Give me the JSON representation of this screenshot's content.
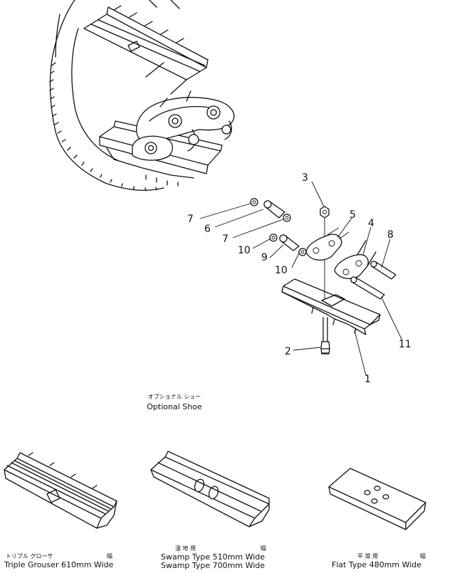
{
  "callouts": {
    "n1": "1",
    "n2": "2",
    "n3": "3",
    "n4": "4",
    "n5": "5",
    "n6": "6",
    "n7a": "7",
    "n7b": "7",
    "n8": "8",
    "n9": "9",
    "n10a": "10",
    "n10b": "10",
    "n11": "11"
  },
  "captions": {
    "optional_jp": "オプショナル シュー",
    "optional_en": "Optional Shoe",
    "triple_jp": "トリプル グローサ",
    "triple_wide_jp": "幅",
    "triple_en": "Triple Grouser 610mm Wide",
    "swamp_jp": "湿 地 用",
    "swamp_wide_jp": "幅",
    "swamp_en_1": "Swamp Type 510mm Wide",
    "swamp_en_2": "Swamp Type 700mm Wide",
    "flat_jp": "平 滑 用",
    "flat_wide_jp": "幅",
    "flat_en": "Flat Type 480mm Wide"
  },
  "colors": {
    "ink": "#111111",
    "paper": "#ffffff"
  }
}
